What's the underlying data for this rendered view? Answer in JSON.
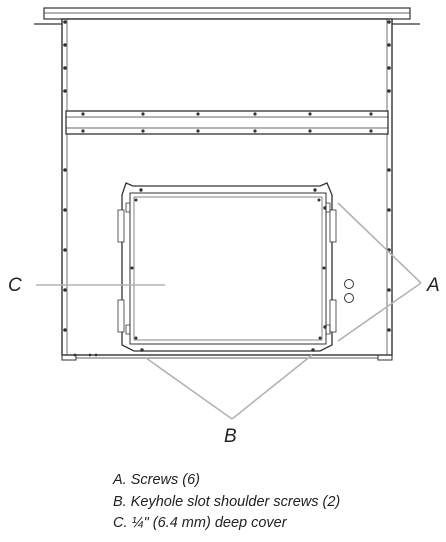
{
  "callouts": {
    "a": "A",
    "b": "B",
    "c": "C"
  },
  "legend": [
    "A. Screws (6)",
    "B. Keyhole slot shoulder screws (2)",
    "C. ¼\" (6.4 mm) deep cover"
  ],
  "colors": {
    "line": "#333333",
    "leader": "#b3b3b3",
    "text": "#222222"
  }
}
